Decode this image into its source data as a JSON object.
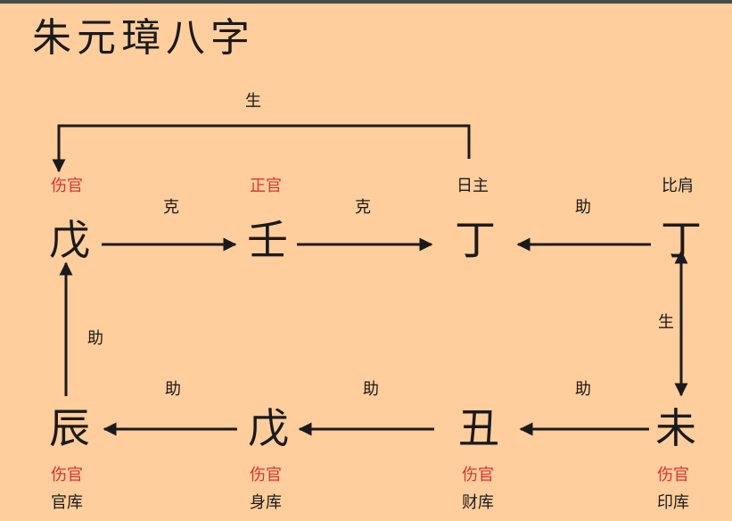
{
  "title": "朱元璋八字",
  "top_row": [
    {
      "id": "wu1",
      "char": "戊",
      "role": "伤官",
      "role_color": "#d9352b"
    },
    {
      "id": "ren",
      "char": "壬",
      "role": "正官",
      "role_color": "#d9352b"
    },
    {
      "id": "ding1",
      "char": "丁",
      "role": "日主",
      "role_color": "#1a1a1a"
    },
    {
      "id": "ding2",
      "char": "丁",
      "role": "比肩",
      "role_color": "#1a1a1a"
    }
  ],
  "bottom_row": [
    {
      "id": "chen",
      "char": "辰",
      "role": "伤官",
      "note": "官库"
    },
    {
      "id": "wu2",
      "char": "戊",
      "role": "伤官",
      "note": "身库"
    },
    {
      "id": "chou",
      "char": "丑",
      "role": "伤官",
      "note": "财库"
    },
    {
      "id": "wei",
      "char": "未",
      "role": "伤官",
      "note": "印库"
    }
  ],
  "relations": {
    "top_sheng": "生",
    "wu_ke_ren": "克",
    "ren_ke_ding": "克",
    "ding_zhu_ding": "助",
    "ding_wei_sheng": "生",
    "chen_zhu_wu": "助",
    "wu_zhu_chen": "助",
    "chou_zhu_wu": "助",
    "wei_zhu_chou": "助"
  },
  "colors": {
    "background": "#ffce9c",
    "ink": "#1a1a1a",
    "accent_red": "#d9352b"
  }
}
